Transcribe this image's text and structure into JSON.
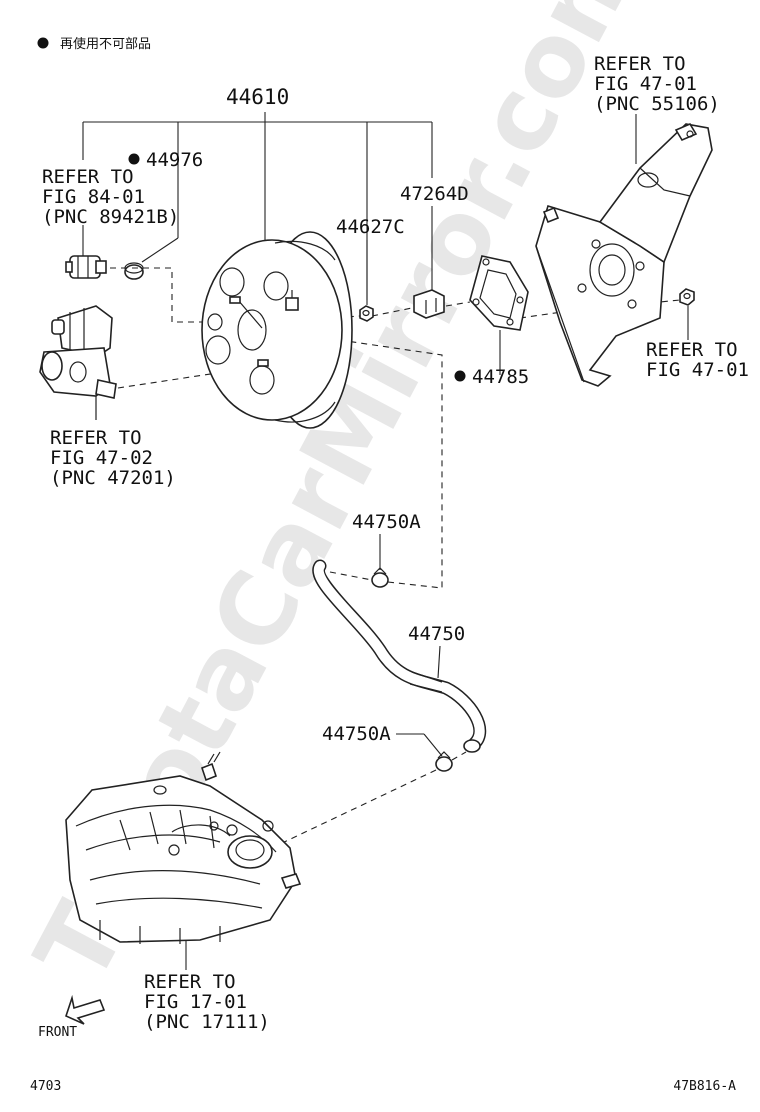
{
  "legend": {
    "text": "再使用不可部品"
  },
  "watermark": "ToyotaCarMirror.com",
  "labels": {
    "p44610": "44610",
    "p44976": "44976",
    "p47264d": "47264D",
    "p44627c": "44627C",
    "p44785": "44785",
    "p44750a_top": "44750A",
    "p44750": "44750",
    "p44750a_bottom": "44750A"
  },
  "refs": {
    "fig47_01_top": [
      "REFER TO",
      "FIG 47-01",
      "(PNC 55106)"
    ],
    "fig84_01": [
      "REFER TO",
      "FIG 84-01",
      "(PNC 89421B)"
    ],
    "fig47_01_right": [
      "REFER TO",
      "FIG 47-01"
    ],
    "fig47_02": [
      "REFER TO",
      "FIG 47-02",
      "(PNC 47201)"
    ],
    "fig17_01": [
      "REFER TO",
      "FIG 17-01",
      "(PNC 17111)"
    ]
  },
  "front_label": "FRONT",
  "footer": {
    "page_code": "4703",
    "figure_code": "47B816-A"
  }
}
